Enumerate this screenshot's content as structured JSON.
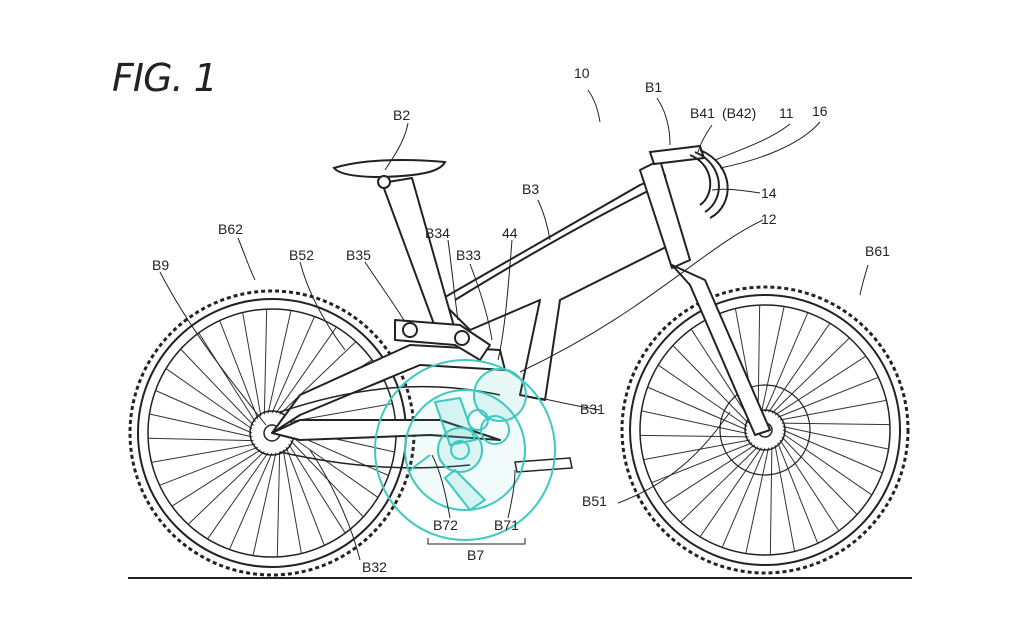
{
  "figure": {
    "title": "FIG. 1",
    "accent_color": "#3ec8c0",
    "line_color": "#222222"
  },
  "labels": {
    "n10": "10",
    "B1": "B1",
    "B41": "B41",
    "B42": "(B42)",
    "n11": "11",
    "n16": "16",
    "n14": "14",
    "n12": "12",
    "B2": "B2",
    "B3": "B3",
    "B34": "B34",
    "n44": "44",
    "B33": "B33",
    "B35": "B35",
    "B52": "B52",
    "B62": "B62",
    "B9": "B9",
    "B61": "B61",
    "B31": "B31",
    "B51": "B51",
    "B72": "B72",
    "B71": "B71",
    "B7": "B7",
    "B32": "B32"
  }
}
